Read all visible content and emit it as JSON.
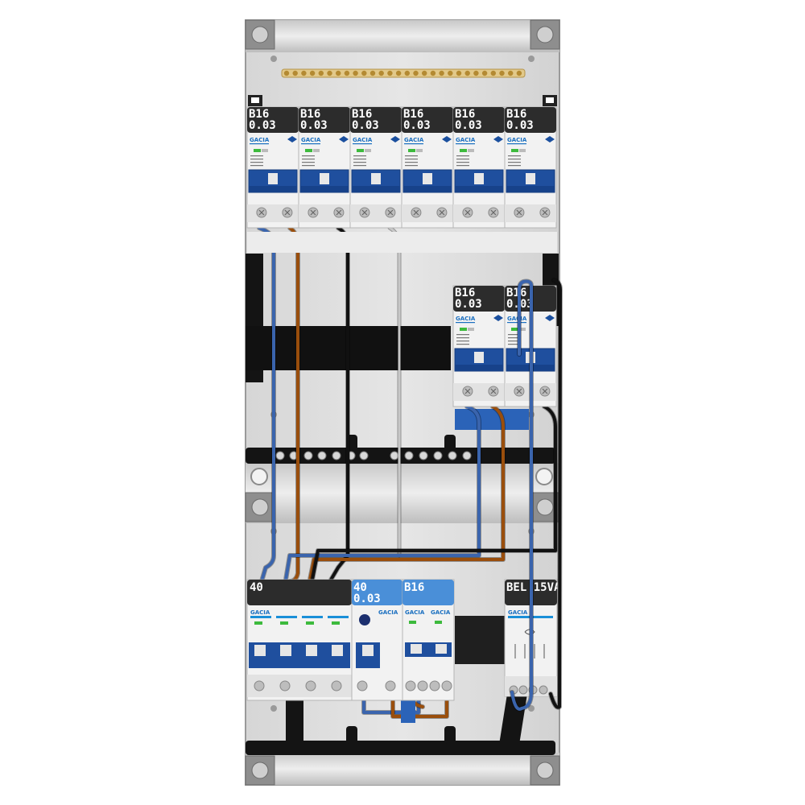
{
  "brand": "GACIA",
  "row1": [
    {
      "rating": "B16",
      "sensitivity": "0.03"
    },
    {
      "rating": "B16",
      "sensitivity": "0.03"
    },
    {
      "rating": "B16",
      "sensitivity": "0.03"
    },
    {
      "rating": "B16",
      "sensitivity": "0.03"
    },
    {
      "rating": "B16",
      "sensitivity": "0.03"
    },
    {
      "rating": "B16",
      "sensitivity": "0.03"
    }
  ],
  "row2": [
    {
      "rating": "B16",
      "sensitivity": "0.03"
    },
    {
      "rating": "B16",
      "sensitivity": "0.03"
    }
  ],
  "row3": {
    "main_switch": "40",
    "rcd": {
      "rating": "40",
      "sensitivity": "0.03"
    },
    "breaker": "B16",
    "bell_transformer": "BEL 15VA"
  },
  "colors": {
    "enclosure": "#dcdcdc",
    "din_rail": "#141414",
    "label_dark": "#2c2c2c",
    "label_blue": "#4a8fd8",
    "toggle_blue": "#1f4f9e",
    "wire_blue": "#3a64ad",
    "wire_brown": "#9a4e0c",
    "wire_black": "#111111",
    "wire_grey": "#c8c8c8"
  }
}
